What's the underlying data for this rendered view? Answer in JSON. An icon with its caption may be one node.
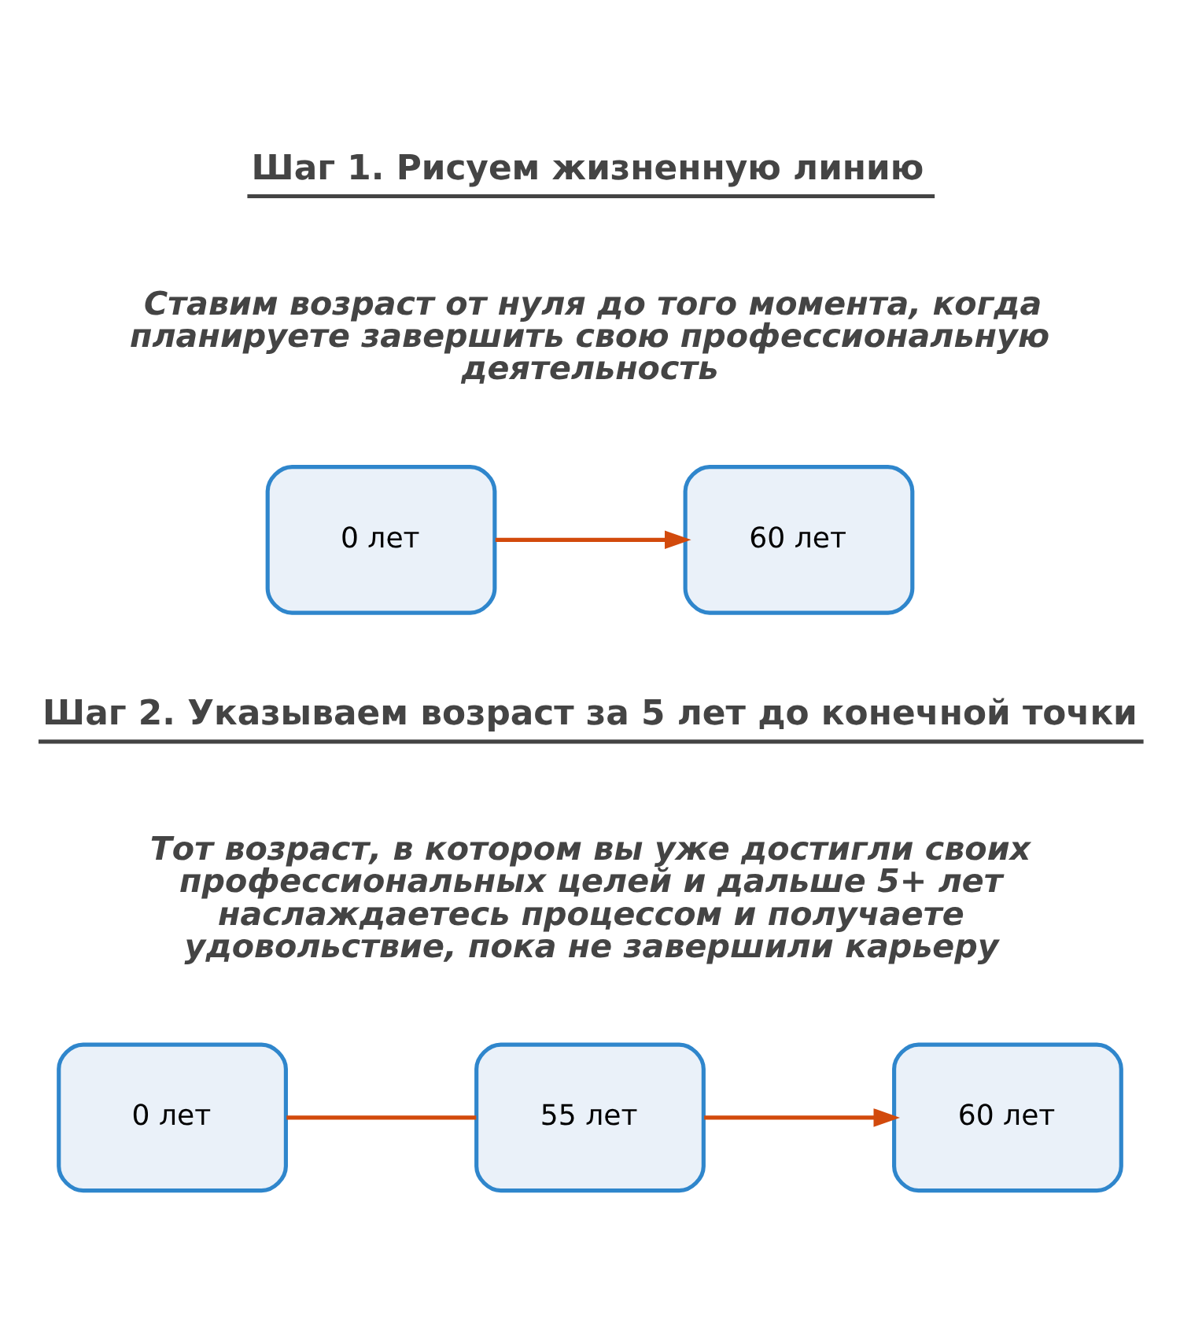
{
  "diagram": {
    "nodes": [
      {
        "text": [
          "0 лет"
        ]
      },
      {
        "text": [
          "60 лет"
        ]
      },
      {
        "text": [
          "0 лет"
        ]
      },
      {
        "text": [
          "55 лет"
        ]
      },
      {
        "text": [
          "60 лет"
        ]
      }
    ],
    "edges": [
      {
        "from": 0,
        "to": 1,
        "arrow": "to"
      },
      {
        "from": 2,
        "to": 3,
        "arrow": "none"
      },
      {
        "from": 3,
        "to": 4,
        "arrow": "to"
      }
    ],
    "labels": [
      "Шаг 1. Рисуем жизненную линию",
      "Ставим возраст от нуля до того момента, когда планируете завершить свою профессиональную деятельность",
      "Шаг 2. Указываем возраст за 5 лет до конечной точки",
      "Тот возраст, в котором вы уже достигли своих профессиональных целей и дальше 5+ лет наслаждаетесь процессом и получаете удовольствие, пока не завершили карьеру"
    ]
  }
}
